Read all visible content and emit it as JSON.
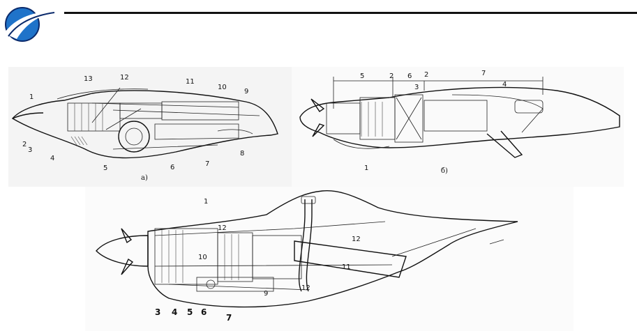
{
  "header": {
    "logo_colors": {
      "blue": "#1f73c9",
      "dark": "#0b2a6b",
      "white": "#ffffff"
    }
  },
  "figure_a": {
    "labels": [
      "1",
      "2",
      "3",
      "4",
      "5",
      "6",
      "7",
      "8",
      "9",
      "10",
      "11",
      "12",
      "13"
    ],
    "caption": "а)"
  },
  "figure_b": {
    "labels": [
      "5",
      "2",
      "6",
      "2",
      "7",
      "3",
      "4",
      "1"
    ],
    "caption": "б)"
  },
  "figure_c": {
    "labels": [
      "1",
      "12",
      "10",
      "12",
      "11",
      "12",
      "3",
      "4",
      "5",
      "6",
      "7",
      "9"
    ]
  }
}
